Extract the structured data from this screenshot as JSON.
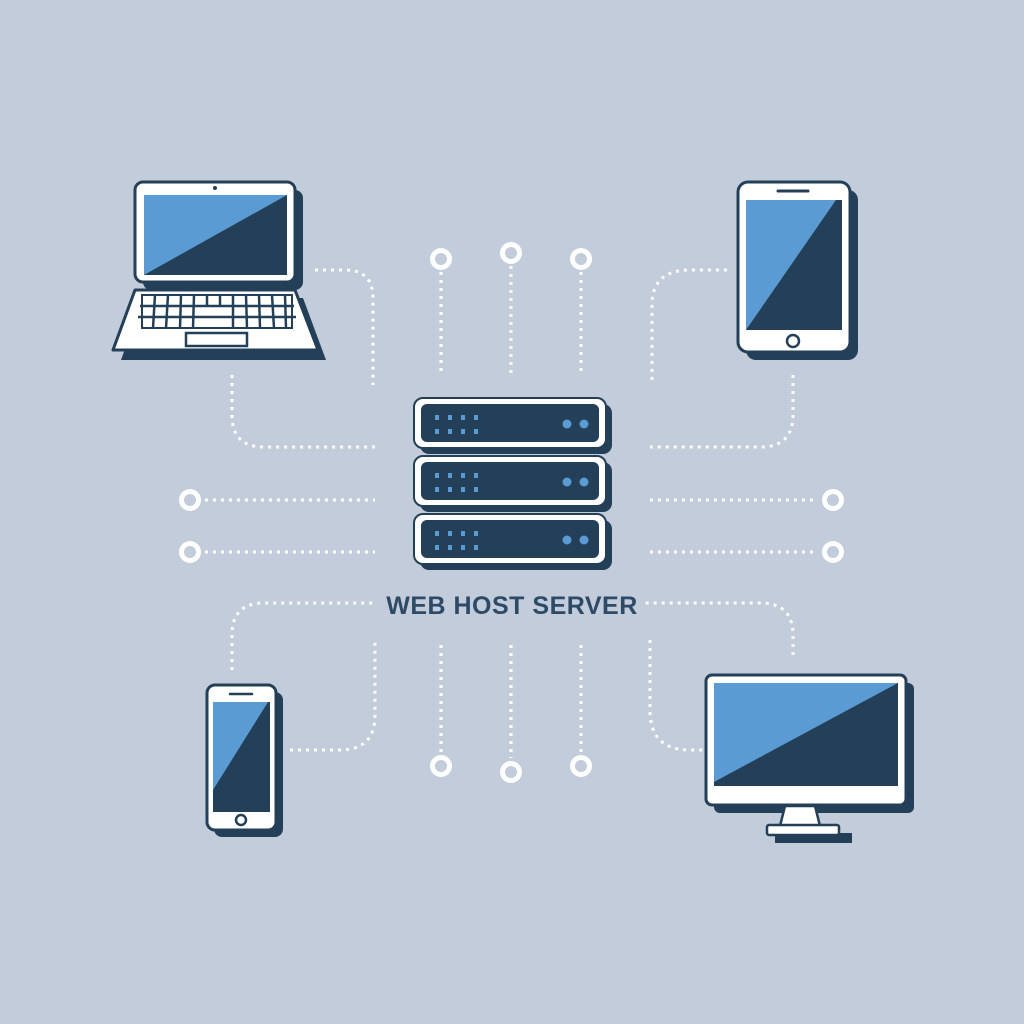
{
  "diagram": {
    "server_label": "WEB HOST SERVER",
    "devices": [
      "laptop",
      "tablet",
      "smartphone",
      "desktop-monitor"
    ],
    "colors": {
      "background": "#c2ccdb",
      "dark": "#243f58",
      "accent": "#5a9bd4",
      "light": "#ffffff"
    }
  }
}
